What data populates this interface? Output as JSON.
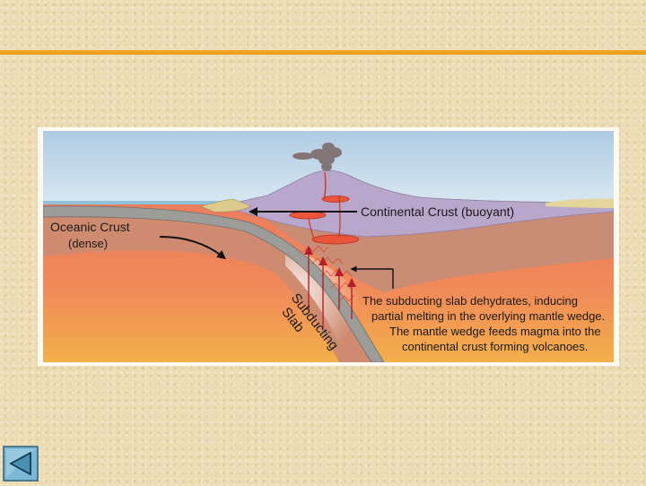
{
  "colors": {
    "rule": "#f4a21f",
    "sky": "#c4dcec",
    "continental_crust": "#b8a6c9",
    "lithosphere": "#c98a72",
    "mantle": "#ea8560",
    "asthenosphere_hot": "#f1b846",
    "slab": "#9a9a98",
    "magma": "#e8513a",
    "nav_button": "#7ab8d6"
  },
  "labels": {
    "oceanic_crust_line1": "Oceanic Crust",
    "oceanic_crust_line2": "(dense)",
    "continental_crust": "Continental Crust (buoyant)",
    "subducting_slab_word1": "Subducting",
    "subducting_slab_word2": "Slab",
    "caption_line1": "The subducting slab dehydrates, inducing",
    "caption_line2": "partial melting in the overlying mantle wedge.",
    "caption_line3": "The mantle wedge feeds magma into the",
    "caption_line4": "continental crust forming volcanoes."
  },
  "navigation": {
    "back_icon": "left-triangle-icon"
  }
}
